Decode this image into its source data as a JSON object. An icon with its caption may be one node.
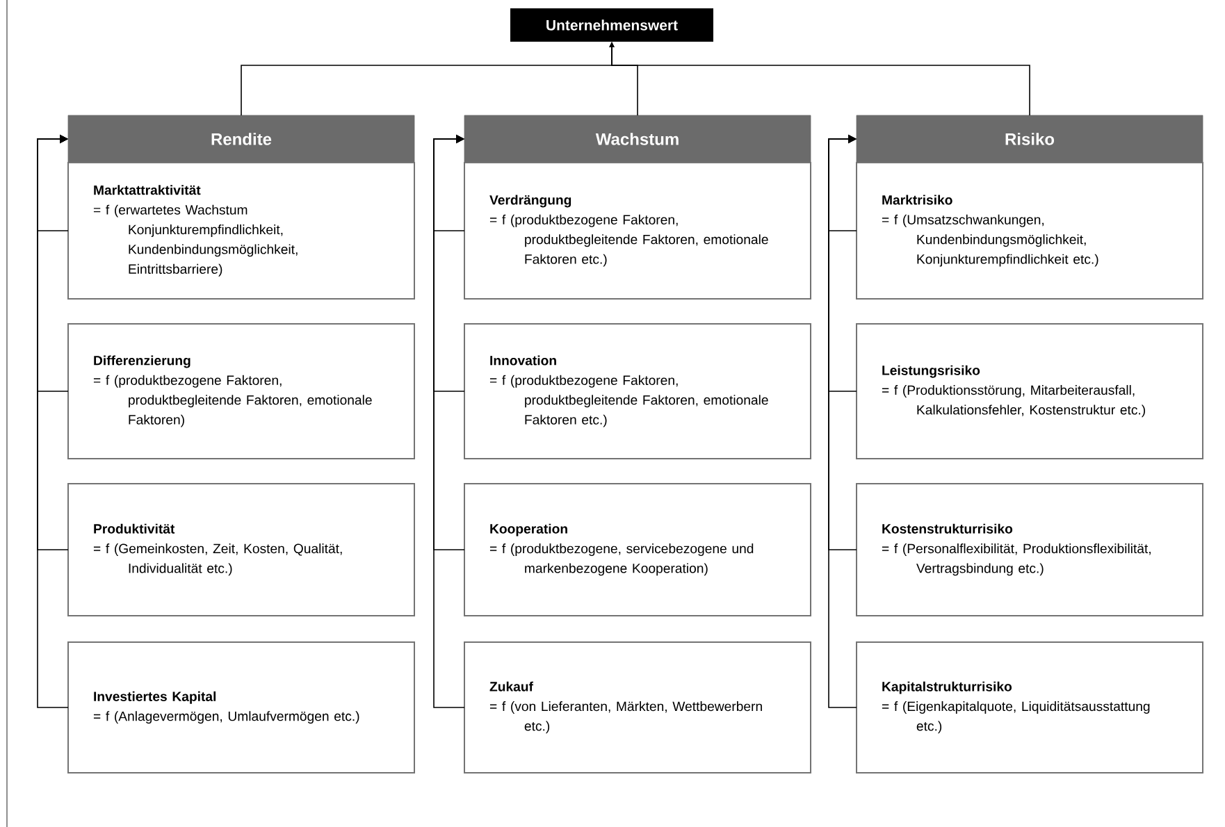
{
  "diagram": {
    "nodes": [
      {
        "text": [
          "Unternehmenswert"
        ]
      },
      {
        "text": [
          "Rendite"
        ]
      },
      {
        "text": [
          "Marktattraktivität",
          "= f (erwartetes Wachstum Konjunkturempfindlichkeit, Kundenbindungsmöglichkeit, Eintrittsbarriere)"
        ]
      },
      {
        "text": [
          "Differenzierung",
          "= f (produktbezogene Faktoren, produktbegleitende Faktoren, emotionale Faktoren)"
        ]
      },
      {
        "text": [
          "Produktivität",
          "= f (Gemeinkosten, Zeit, Kosten, Qualität, Individualität etc.)"
        ]
      },
      {
        "text": [
          "Investiertes Kapital",
          "= f (Anlagevermögen, Umlaufvermögen etc.)"
        ]
      },
      {
        "text": [
          "Wachstum"
        ]
      },
      {
        "text": [
          "Verdrängung",
          "= f (produktbezogene Faktoren, produktbegleitende Faktoren, emotionale Faktoren etc.)"
        ]
      },
      {
        "text": [
          "Innovation",
          "= f (produktbezogene Faktoren, produktbegleitende Faktoren, emotionale Faktoren etc.)"
        ]
      },
      {
        "text": [
          "Kooperation",
          "= f (produktbezogene, servicebezogene und markenbezogene Kooperation)"
        ]
      },
      {
        "text": [
          "Zukauf",
          "= f (von Lieferanten, Märkten, Wettbewerbern etc.)"
        ]
      },
      {
        "text": [
          "Risiko"
        ]
      },
      {
        "text": [
          "Marktrisiko",
          "= f (Umsatzschwankungen, Kundenbindungsmöglichkeit, Konjunkturempfindlichkeit etc.)"
        ]
      },
      {
        "text": [
          "Leistungsrisiko",
          "= f (Produktionsstörung, Mitarbeiterausfall, Kalkulationsfehler, Kostenstruktur etc.)"
        ]
      },
      {
        "text": [
          "Kostenstrukturrisiko",
          "= f (Personalflexibilität, Produktionsflexibilität, Vertragsbindung etc.)"
        ]
      },
      {
        "text": [
          "Kapitalstrukturrisiko",
          "= f (Eigenkapitalquote, Liquiditätsausstattung etc.)"
        ]
      }
    ],
    "edges": [
      {
        "from": 1,
        "to": 0,
        "arrow": "to"
      },
      {
        "from": 6,
        "to": 0,
        "arrow": "to"
      },
      {
        "from": 11,
        "to": 0,
        "arrow": "to"
      },
      {
        "from": 2,
        "to": 1,
        "arrow": "to"
      },
      {
        "from": 3,
        "to": 1,
        "arrow": "to"
      },
      {
        "from": 4,
        "to": 1,
        "arrow": "to"
      },
      {
        "from": 5,
        "to": 1,
        "arrow": "to"
      },
      {
        "from": 7,
        "to": 6,
        "arrow": "to"
      },
      {
        "from": 8,
        "to": 6,
        "arrow": "to"
      },
      {
        "from": 9,
        "to": 6,
        "arrow": "to"
      },
      {
        "from": 10,
        "to": 6,
        "arrow": "to"
      },
      {
        "from": 12,
        "to": 11,
        "arrow": "to"
      },
      {
        "from": 13,
        "to": 11,
        "arrow": "to"
      },
      {
        "from": 14,
        "to": 11,
        "arrow": "to"
      },
      {
        "from": 15,
        "to": 11,
        "arrow": "to"
      }
    ]
  }
}
